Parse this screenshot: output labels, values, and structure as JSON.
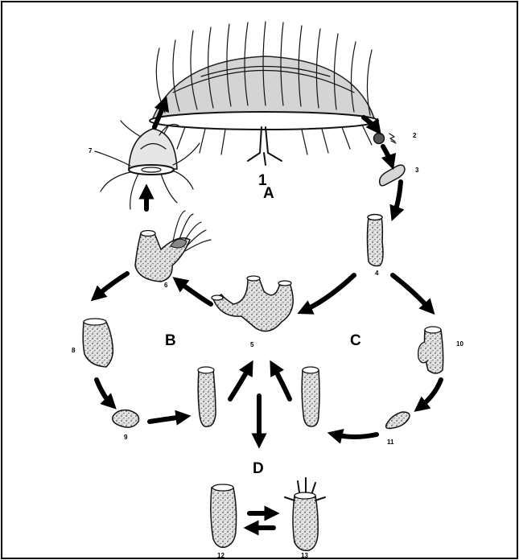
{
  "figure": {
    "stage_labels": [
      "1",
      "2",
      "3",
      "4",
      "5",
      "6",
      "7",
      "8",
      "9",
      "10",
      "11",
      "12",
      "13"
    ],
    "cycle_labels": [
      "A",
      "B",
      "C",
      "D"
    ]
  }
}
